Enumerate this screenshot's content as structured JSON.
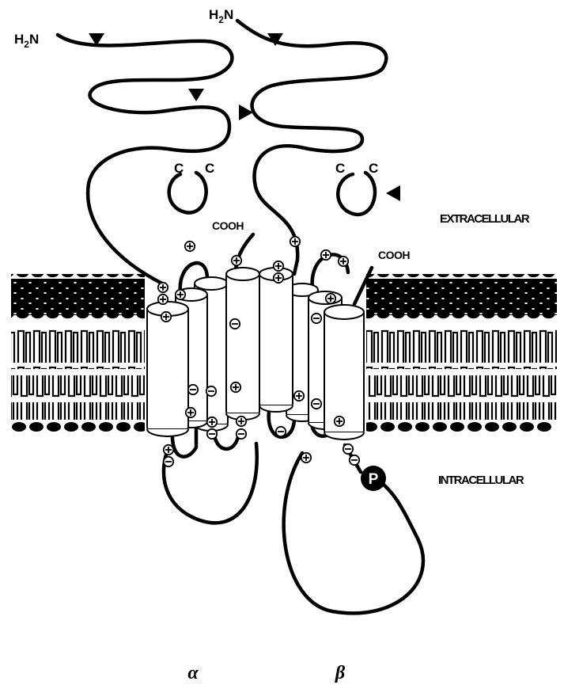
{
  "labels": {
    "alpha_n_terminus": "H2N",
    "beta_n_terminus": "H2N",
    "alpha_c_terminus": "COOH",
    "beta_c_terminus": "COOH",
    "cysteine": "C",
    "extracellular": "EXTRACELLULAR",
    "intracellular": "INTRACELLULAR",
    "phosphorylation": "P",
    "subunit_alpha": "α",
    "subunit_beta": "β"
  },
  "symbols": {
    "positive_charge": "⊕",
    "negative_charge": "⊖"
  },
  "colors": {
    "ink": "#000000",
    "background": "#ffffff"
  }
}
